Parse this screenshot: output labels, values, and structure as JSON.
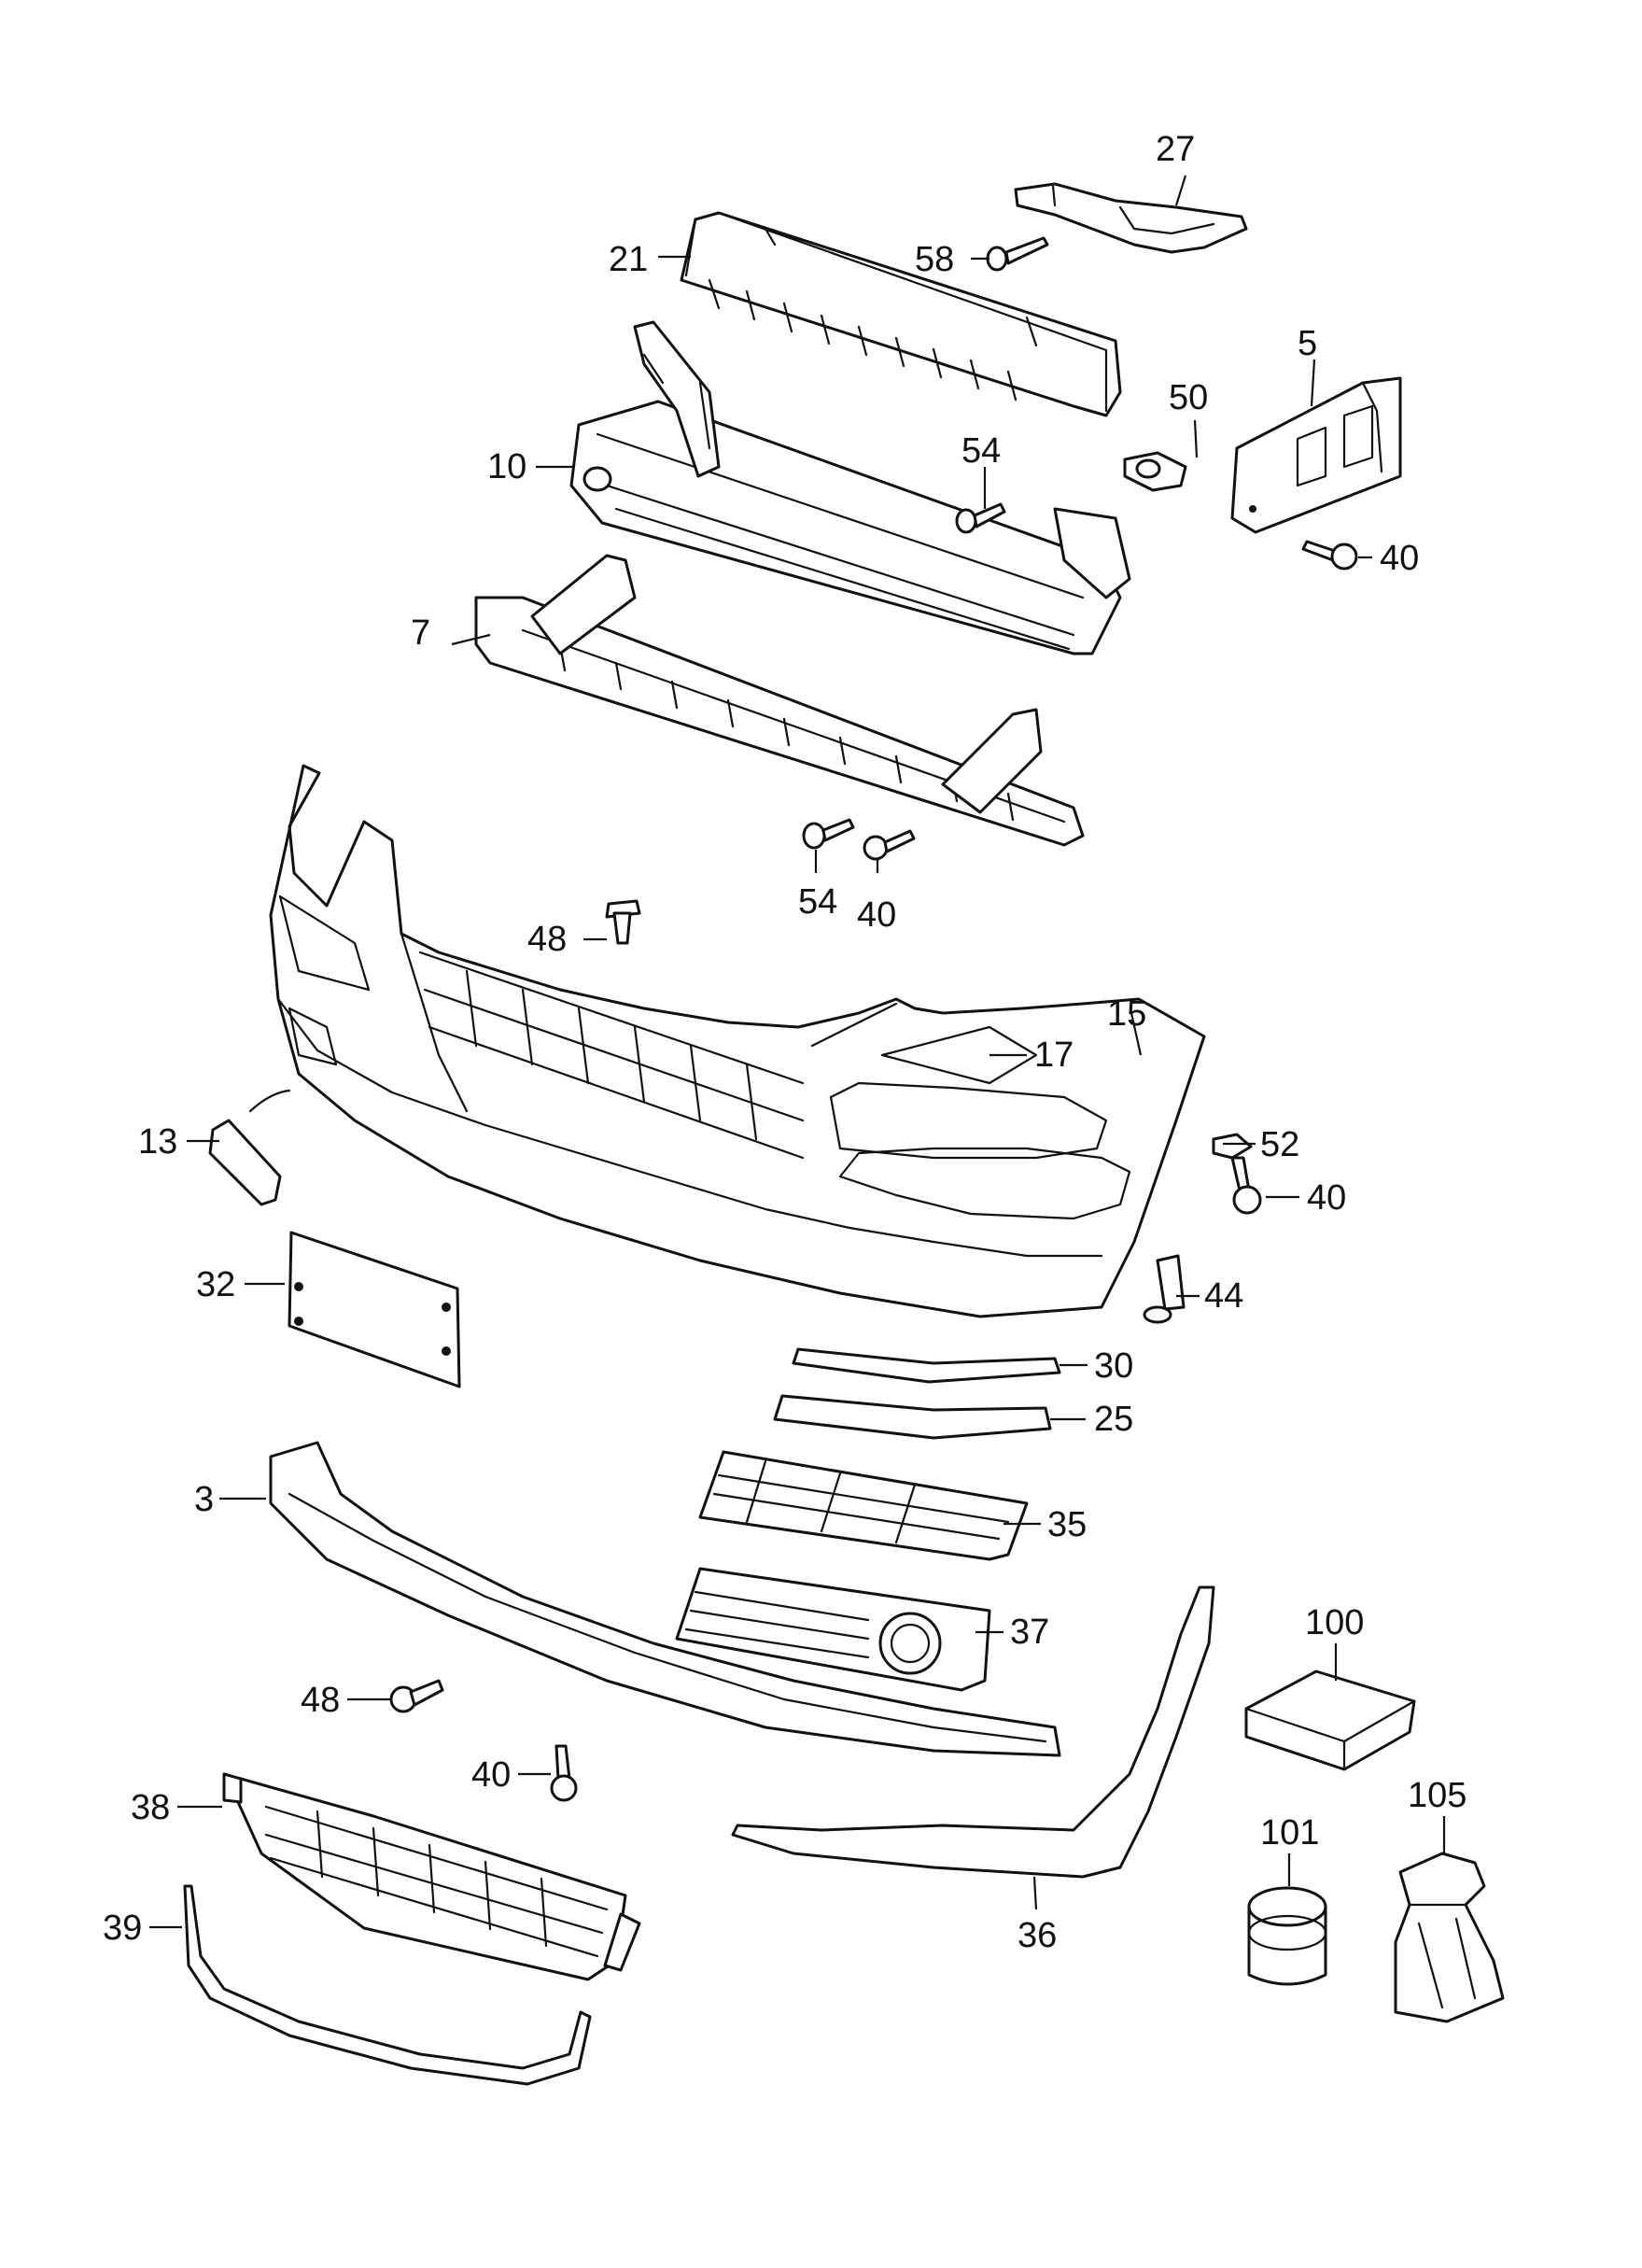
{
  "diagram": {
    "type": "exploded-parts-diagram",
    "background": "#ffffff",
    "line_color": "#111111",
    "parts": [
      {
        "id": "p27",
        "number": "27"
      },
      {
        "id": "p21",
        "number": "21"
      },
      {
        "id": "p58",
        "number": "58"
      },
      {
        "id": "p5",
        "number": "5"
      },
      {
        "id": "p50",
        "number": "50"
      },
      {
        "id": "p10",
        "number": "10"
      },
      {
        "id": "p54a",
        "number": "54"
      },
      {
        "id": "p40a",
        "number": "40"
      },
      {
        "id": "p7",
        "number": "7"
      },
      {
        "id": "p54b",
        "number": "54"
      },
      {
        "id": "p40b",
        "number": "40"
      },
      {
        "id": "p48a",
        "number": "48"
      },
      {
        "id": "p15",
        "number": "15"
      },
      {
        "id": "p17",
        "number": "17"
      },
      {
        "id": "p52",
        "number": "52"
      },
      {
        "id": "p40c",
        "number": "40"
      },
      {
        "id": "p13",
        "number": "13"
      },
      {
        "id": "p44",
        "number": "44"
      },
      {
        "id": "p32",
        "number": "32"
      },
      {
        "id": "p30",
        "number": "30"
      },
      {
        "id": "p25",
        "number": "25"
      },
      {
        "id": "p3",
        "number": "3"
      },
      {
        "id": "p35",
        "number": "35"
      },
      {
        "id": "p37",
        "number": "37"
      },
      {
        "id": "p100",
        "number": "100"
      },
      {
        "id": "p48b",
        "number": "48"
      },
      {
        "id": "p40d",
        "number": "40"
      },
      {
        "id": "p105",
        "number": "105"
      },
      {
        "id": "p38",
        "number": "38"
      },
      {
        "id": "p101",
        "number": "101"
      },
      {
        "id": "p39",
        "number": "39"
      },
      {
        "id": "p36",
        "number": "36"
      }
    ]
  }
}
